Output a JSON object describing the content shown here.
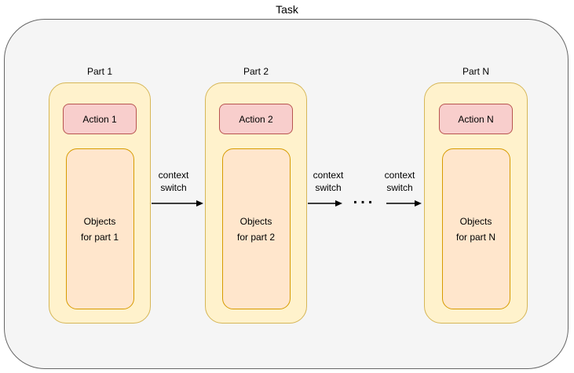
{
  "title": "Task",
  "parts": [
    {
      "label": "Part 1",
      "action": "Action 1",
      "objects": {
        "line1": "Objects",
        "line2": "for part 1"
      }
    },
    {
      "label": "Part 2",
      "action": "Action 2",
      "objects": {
        "line1": "Objects",
        "line2": "for part 2"
      }
    },
    {
      "label": "Part N",
      "action": "Action N",
      "objects": {
        "line1": "Objects",
        "line2": "for part N"
      }
    }
  ],
  "connectors": [
    {
      "label": "context switch"
    },
    {
      "label": "context switch"
    },
    {
      "label": "context switch"
    }
  ],
  "ellipsis": "...",
  "colors": {
    "outer_fill": "#f5f5f5",
    "outer_stroke": "#666666",
    "part_fill": "#fff2cc",
    "part_stroke": "#d6b656",
    "action_fill": "#f8cecc",
    "action_stroke": "#b85450",
    "objects_fill": "#ffe6cc",
    "objects_stroke": "#d79b00",
    "arrow_color": "#000000",
    "text_color": "#000000"
  }
}
